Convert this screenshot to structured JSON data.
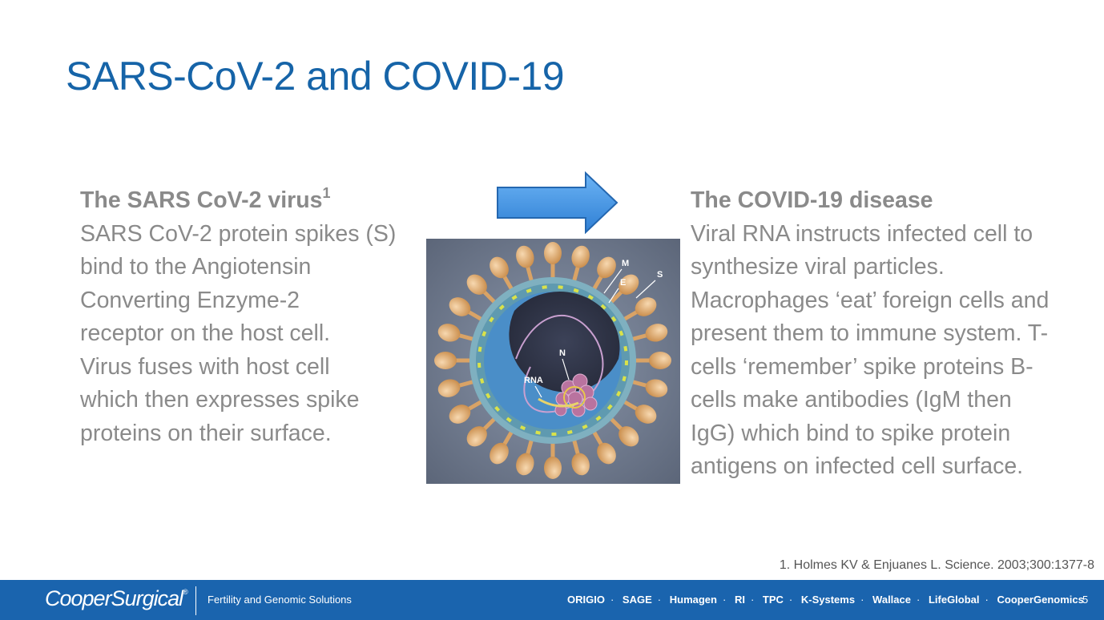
{
  "slide": {
    "title": "SARS-CoV-2 and COVID-19",
    "left": {
      "heading": "The SARS CoV-2 virus",
      "heading_sup": "1",
      "lines": [
        "SARS CoV-2 protein spikes (S)",
        "bind to the Angiotensin",
        "Converting Enzyme-2",
        "receptor on the host cell.",
        "Virus fuses with host cell",
        "which then expresses spike",
        "proteins on their surface."
      ]
    },
    "right": {
      "heading": "The COVID-19 disease",
      "lines": [
        "Viral RNA instructs infected cell to",
        "synthesize viral particles.",
        "Macrophages ‘eat’ foreign cells and",
        "present them to immune system. T-",
        "cells ‘remember’ spike proteins B-",
        "cells make antibodies (IgM then",
        "IgG) which bind to spike protein",
        "antigens on infected cell surface."
      ]
    },
    "figure_labels": {
      "m": "M",
      "e": "E",
      "s": "S",
      "n": "N",
      "rna": "RNA"
    },
    "citation": "1. Holmes KV & Enjuanes L. Science. 2003;300:1377-8"
  },
  "footer": {
    "logo": "CooperSurgical",
    "logo_mark": "®",
    "tagline": "Fertility and Genomic Solutions",
    "brands": [
      "ORIGIO",
      "SAGE",
      "Humagen",
      "RI",
      "TPC",
      "K-Systems",
      "Wallace",
      "LifeGlobal",
      "CooperGenomics"
    ],
    "page_number": "5"
  },
  "colors": {
    "title": "#1664a8",
    "body_text": "#8a8a8a",
    "footer_bg": "#1a64ae",
    "arrow": "#3b8fe0"
  }
}
